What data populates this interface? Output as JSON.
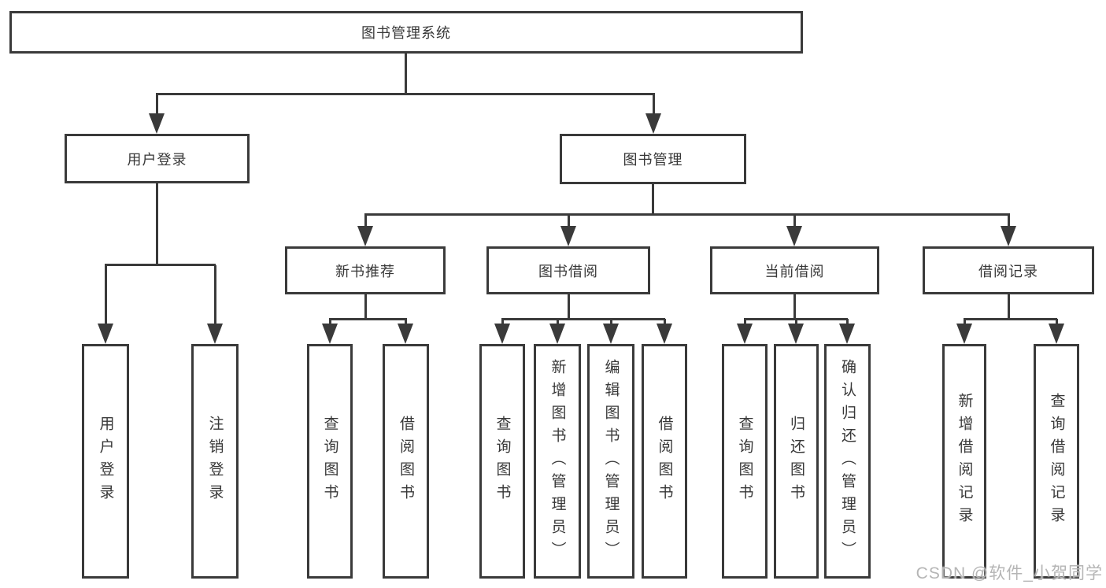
{
  "tree": {
    "root": {
      "label": "图书管理系统"
    },
    "login": {
      "label": "用户登录",
      "children": [
        {
          "label": "用户登录"
        },
        {
          "label": "注销登录"
        }
      ]
    },
    "mgmt": {
      "label": "图书管理",
      "sections": [
        {
          "label": "新书推荐",
          "children": [
            {
              "label": "查询图书"
            },
            {
              "label": "借阅图书"
            }
          ]
        },
        {
          "label": "图书借阅",
          "children": [
            {
              "label": "查询图书"
            },
            {
              "label": "新增图书（管理员）"
            },
            {
              "label": "编辑图书（管理员）"
            },
            {
              "label": "借阅图书"
            }
          ]
        },
        {
          "label": "当前借阅",
          "children": [
            {
              "label": "查询图书"
            },
            {
              "label": "归还图书"
            },
            {
              "label": "确认归还（管理员）"
            }
          ]
        },
        {
          "label": "借阅记录",
          "children": [
            {
              "label": "新增借阅记录"
            },
            {
              "label": "查询借阅记录"
            }
          ]
        }
      ]
    }
  },
  "watermark": "CSDN @软件_小贺同学",
  "colors": {
    "line": "#3a3a3a",
    "text": "#383838",
    "watermark": "#b5b5b5",
    "background": "#ffffff"
  }
}
